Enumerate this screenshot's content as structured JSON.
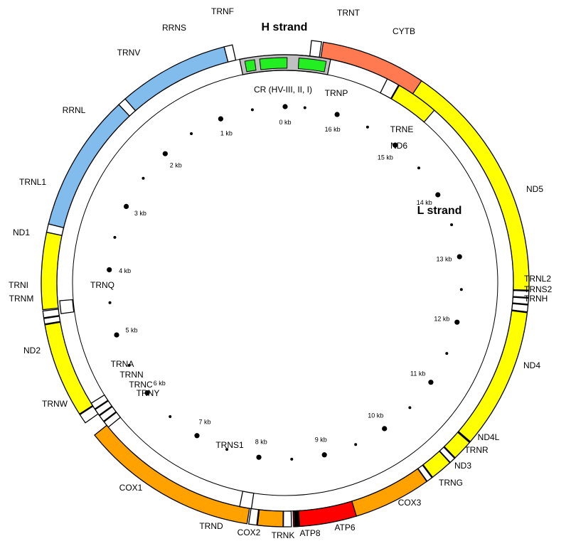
{
  "diagram": {
    "h_strand_label": "H strand",
    "l_strand_label": "L strand",
    "cr_label": "CR (HV-III, II, I)",
    "colors": {
      "rrna": "#82bcec",
      "nd": "#ffff00",
      "cox": "#ffa200",
      "atp": "#ff0000",
      "cytb": "#ff7a50",
      "trna": "#ffffff",
      "cr": "#c0c0c0",
      "hv": "#22ee22"
    },
    "genes": [
      {
        "name": "TRNF",
        "type": "trna",
        "strand": "outer"
      },
      {
        "name": "RRNS",
        "type": "rrna",
        "strand": "outer"
      },
      {
        "name": "TRNV",
        "type": "trna",
        "strand": "outer"
      },
      {
        "name": "RRNL",
        "type": "rrna",
        "strand": "outer"
      },
      {
        "name": "TRNL1",
        "type": "trna",
        "strand": "outer"
      },
      {
        "name": "ND1",
        "type": "nd",
        "strand": "outer"
      },
      {
        "name": "TRNI",
        "type": "trna",
        "strand": "outer"
      },
      {
        "name": "TRNQ",
        "type": "trna",
        "strand": "inner"
      },
      {
        "name": "TRNM",
        "type": "trna",
        "strand": "outer"
      },
      {
        "name": "ND2",
        "type": "nd",
        "strand": "outer"
      },
      {
        "name": "TRNW",
        "type": "trna",
        "strand": "outer"
      },
      {
        "name": "TRNA",
        "type": "trna",
        "strand": "inner"
      },
      {
        "name": "TRNN",
        "type": "trna",
        "strand": "inner"
      },
      {
        "name": "TRNC",
        "type": "trna",
        "strand": "inner"
      },
      {
        "name": "TRNY",
        "type": "trna",
        "strand": "inner"
      },
      {
        "name": "COX1",
        "type": "cox",
        "strand": "outer"
      },
      {
        "name": "TRNS1",
        "type": "trna",
        "strand": "inner"
      },
      {
        "name": "TRND",
        "type": "trna",
        "strand": "outer"
      },
      {
        "name": "COX2",
        "type": "cox",
        "strand": "outer"
      },
      {
        "name": "TRNK",
        "type": "trna",
        "strand": "outer"
      },
      {
        "name": "ATP8",
        "type": "atp",
        "strand": "outer"
      },
      {
        "name": "ATP6",
        "type": "atp",
        "strand": "outer"
      },
      {
        "name": "COX3",
        "type": "cox",
        "strand": "outer"
      },
      {
        "name": "TRNG",
        "type": "trna",
        "strand": "outer"
      },
      {
        "name": "ND3",
        "type": "nd",
        "strand": "outer"
      },
      {
        "name": "TRNR",
        "type": "trna",
        "strand": "outer"
      },
      {
        "name": "ND4L",
        "type": "nd",
        "strand": "outer"
      },
      {
        "name": "ND4",
        "type": "nd",
        "strand": "outer"
      },
      {
        "name": "TRNH",
        "type": "trna",
        "strand": "outer"
      },
      {
        "name": "TRNS2",
        "type": "trna",
        "strand": "outer"
      },
      {
        "name": "TRNL2",
        "type": "trna",
        "strand": "outer"
      },
      {
        "name": "ND5",
        "type": "nd",
        "strand": "outer"
      },
      {
        "name": "ND6",
        "type": "nd",
        "strand": "inner"
      },
      {
        "name": "TRNE",
        "type": "trna",
        "strand": "inner"
      },
      {
        "name": "CYTB",
        "type": "cytb",
        "strand": "outer"
      },
      {
        "name": "TRNT",
        "type": "trna",
        "strand": "outer"
      },
      {
        "name": "TRNP",
        "type": "trna",
        "strand": "inner"
      }
    ],
    "kb_ticks": [
      "0 kb",
      "1 kb",
      "2 kb",
      "3 kb",
      "4 kb",
      "5 kb",
      "6 kb",
      "7 kb",
      "8 kb",
      "9 kb",
      "10 kb",
      "11 kb",
      "12 kb",
      "13 kb",
      "14 kb",
      "15 kb",
      "16 kb"
    ]
  }
}
